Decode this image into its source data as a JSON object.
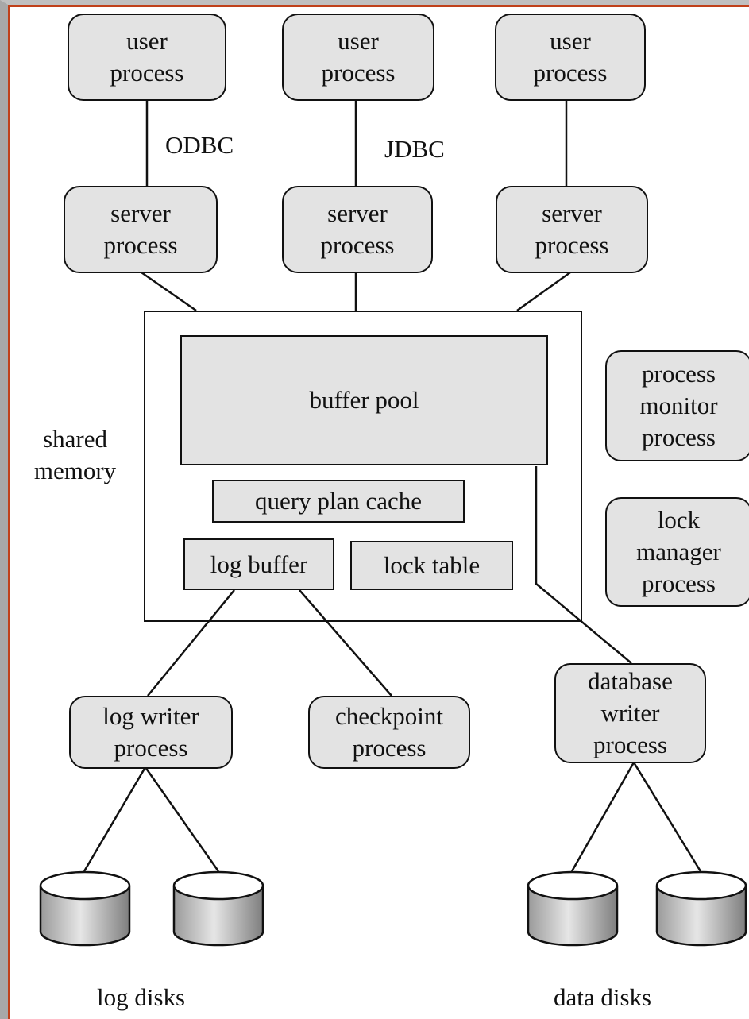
{
  "diagram": {
    "user_processes": [
      {
        "label": "user\nprocess"
      },
      {
        "label": "user\nprocess"
      },
      {
        "label": "user\nprocess"
      }
    ],
    "connection_labels": {
      "odbc": "ODBC",
      "jdbc": "JDBC"
    },
    "server_processes": [
      {
        "label": "server\nprocess"
      },
      {
        "label": "server\nprocess"
      },
      {
        "label": "server\nprocess"
      }
    ],
    "shared_memory": {
      "label": "shared\nmemory",
      "buffer_pool": "buffer pool",
      "query_plan_cache": "query plan cache",
      "log_buffer": "log buffer",
      "lock_table": "lock table"
    },
    "side_processes": {
      "process_monitor": "process\nmonitor\nprocess",
      "lock_manager": "lock\nmanager\nprocess"
    },
    "writer_processes": {
      "log_writer": "log writer\nprocess",
      "checkpoint": "checkpoint\nprocess",
      "database_writer": "database\nwriter\nprocess"
    },
    "disk_labels": {
      "log": "log disks",
      "data": "data disks"
    },
    "colors": {
      "box_fill": "#e3e3e3",
      "line": "#111111",
      "frame_accent": "#c0401a"
    }
  }
}
